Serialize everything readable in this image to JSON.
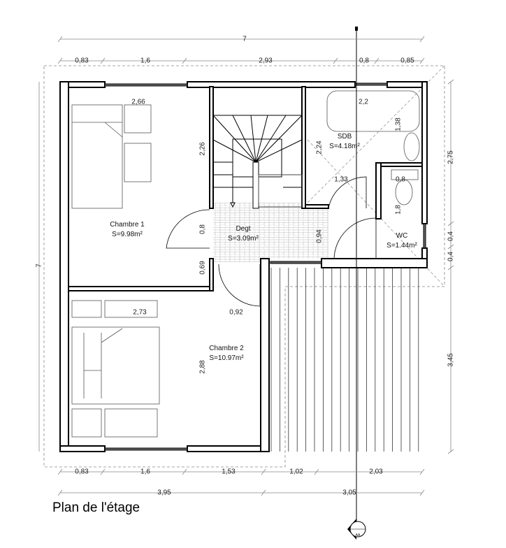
{
  "title": "Plan de l'étage",
  "section_marker": "AA",
  "rooms": [
    {
      "name": "Chambre 1",
      "area": "S=9.98m²"
    },
    {
      "name": "SDB",
      "area": "S=4.18m²"
    },
    {
      "name": "Degt",
      "area": "S=3.09m²"
    },
    {
      "name": "WC",
      "area": "S=1.44m²"
    },
    {
      "name": "Chambre 2",
      "area": "S=10.97m²"
    }
  ],
  "dimensions": {
    "top_total": "7",
    "top": [
      "0,83",
      "1,6",
      "2,93",
      "0,8",
      "0,85"
    ],
    "bottom": [
      "0,83",
      "1,6",
      "1,53",
      "1,02",
      "2,03"
    ],
    "bottom_total": [
      "3,95",
      "3,05"
    ],
    "left_total": "7",
    "right": [
      "2,75",
      "0,4",
      "0,4",
      "3,45"
    ],
    "interior": [
      "2,66",
      "2,2",
      "2,26",
      "2,24",
      "1,38",
      "1,33",
      "0,8",
      "1,8",
      "0,8",
      "0,94",
      "0,69",
      "2,73",
      "0,92",
      "2,88"
    ]
  },
  "colors": {
    "wall": "#000000",
    "dimension": "#888888",
    "tile": "#bbbbbb"
  }
}
